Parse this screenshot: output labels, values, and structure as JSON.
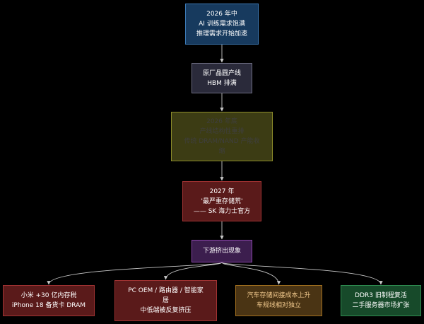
{
  "nodes": [
    {
      "id": "n1",
      "text": "2026 年中\nAI 训练需求饱满\n推理需求开始加速",
      "bg": "#173a5e",
      "border": "#3c79b4",
      "color": "#ffffff"
    },
    {
      "id": "n2",
      "text": "原厂晶圆产线\nHBM 排满",
      "bg": "#2a2a3a",
      "border": "#6e6e82",
      "color": "#ffffff"
    },
    {
      "id": "n3",
      "text": "2026 年底\n产线结构性重排\n传统 DRAM/NAND 产能收\n缩",
      "bg": "#3c3c14",
      "border": "#8c8c2a",
      "color": "#3f3f3f"
    },
    {
      "id": "n4",
      "text": "2027 年\n'最严重存储荒'\n—— SK 海力士官方",
      "bg": "#5a1a1a",
      "border": "#a03232",
      "color": "#ffffff"
    },
    {
      "id": "n5",
      "text": "下游挤出现象",
      "bg": "#3c1e4e",
      "border": "#8a46aa",
      "color": "#ffffff"
    },
    {
      "id": "n6",
      "text": "小米 +30 亿内存税\niPhone 18 备货卡 DRAM",
      "bg": "#5a1a1a",
      "border": "#a03232",
      "color": "#ffffff"
    },
    {
      "id": "n7",
      "text": "PC OEM / 路由器 / 智能家\n居\n中低端被反复挤压",
      "bg": "#5a1a1a",
      "border": "#a03232",
      "color": "#ffffff"
    },
    {
      "id": "n8",
      "text": "汽车存储间接成本上升\n车规线相对独立",
      "bg": "#4a3414",
      "border": "#a06e1e",
      "color": "#f0c88c"
    },
    {
      "id": "n9",
      "text": "DDR3 旧制程复活\n二手服务器市场扩张",
      "bg": "#174a2a",
      "border": "#2e8c50",
      "color": "#ffffff"
    }
  ],
  "edges": [
    {
      "from": "n1",
      "to": "n2"
    },
    {
      "from": "n2",
      "to": "n3"
    },
    {
      "from": "n3",
      "to": "n4"
    },
    {
      "from": "n4",
      "to": "n5"
    },
    {
      "from": "n5",
      "to": "n6"
    },
    {
      "from": "n5",
      "to": "n7"
    },
    {
      "from": "n5",
      "to": "n8"
    },
    {
      "from": "n5",
      "to": "n9"
    }
  ],
  "edge_color": "#c8c8c8"
}
